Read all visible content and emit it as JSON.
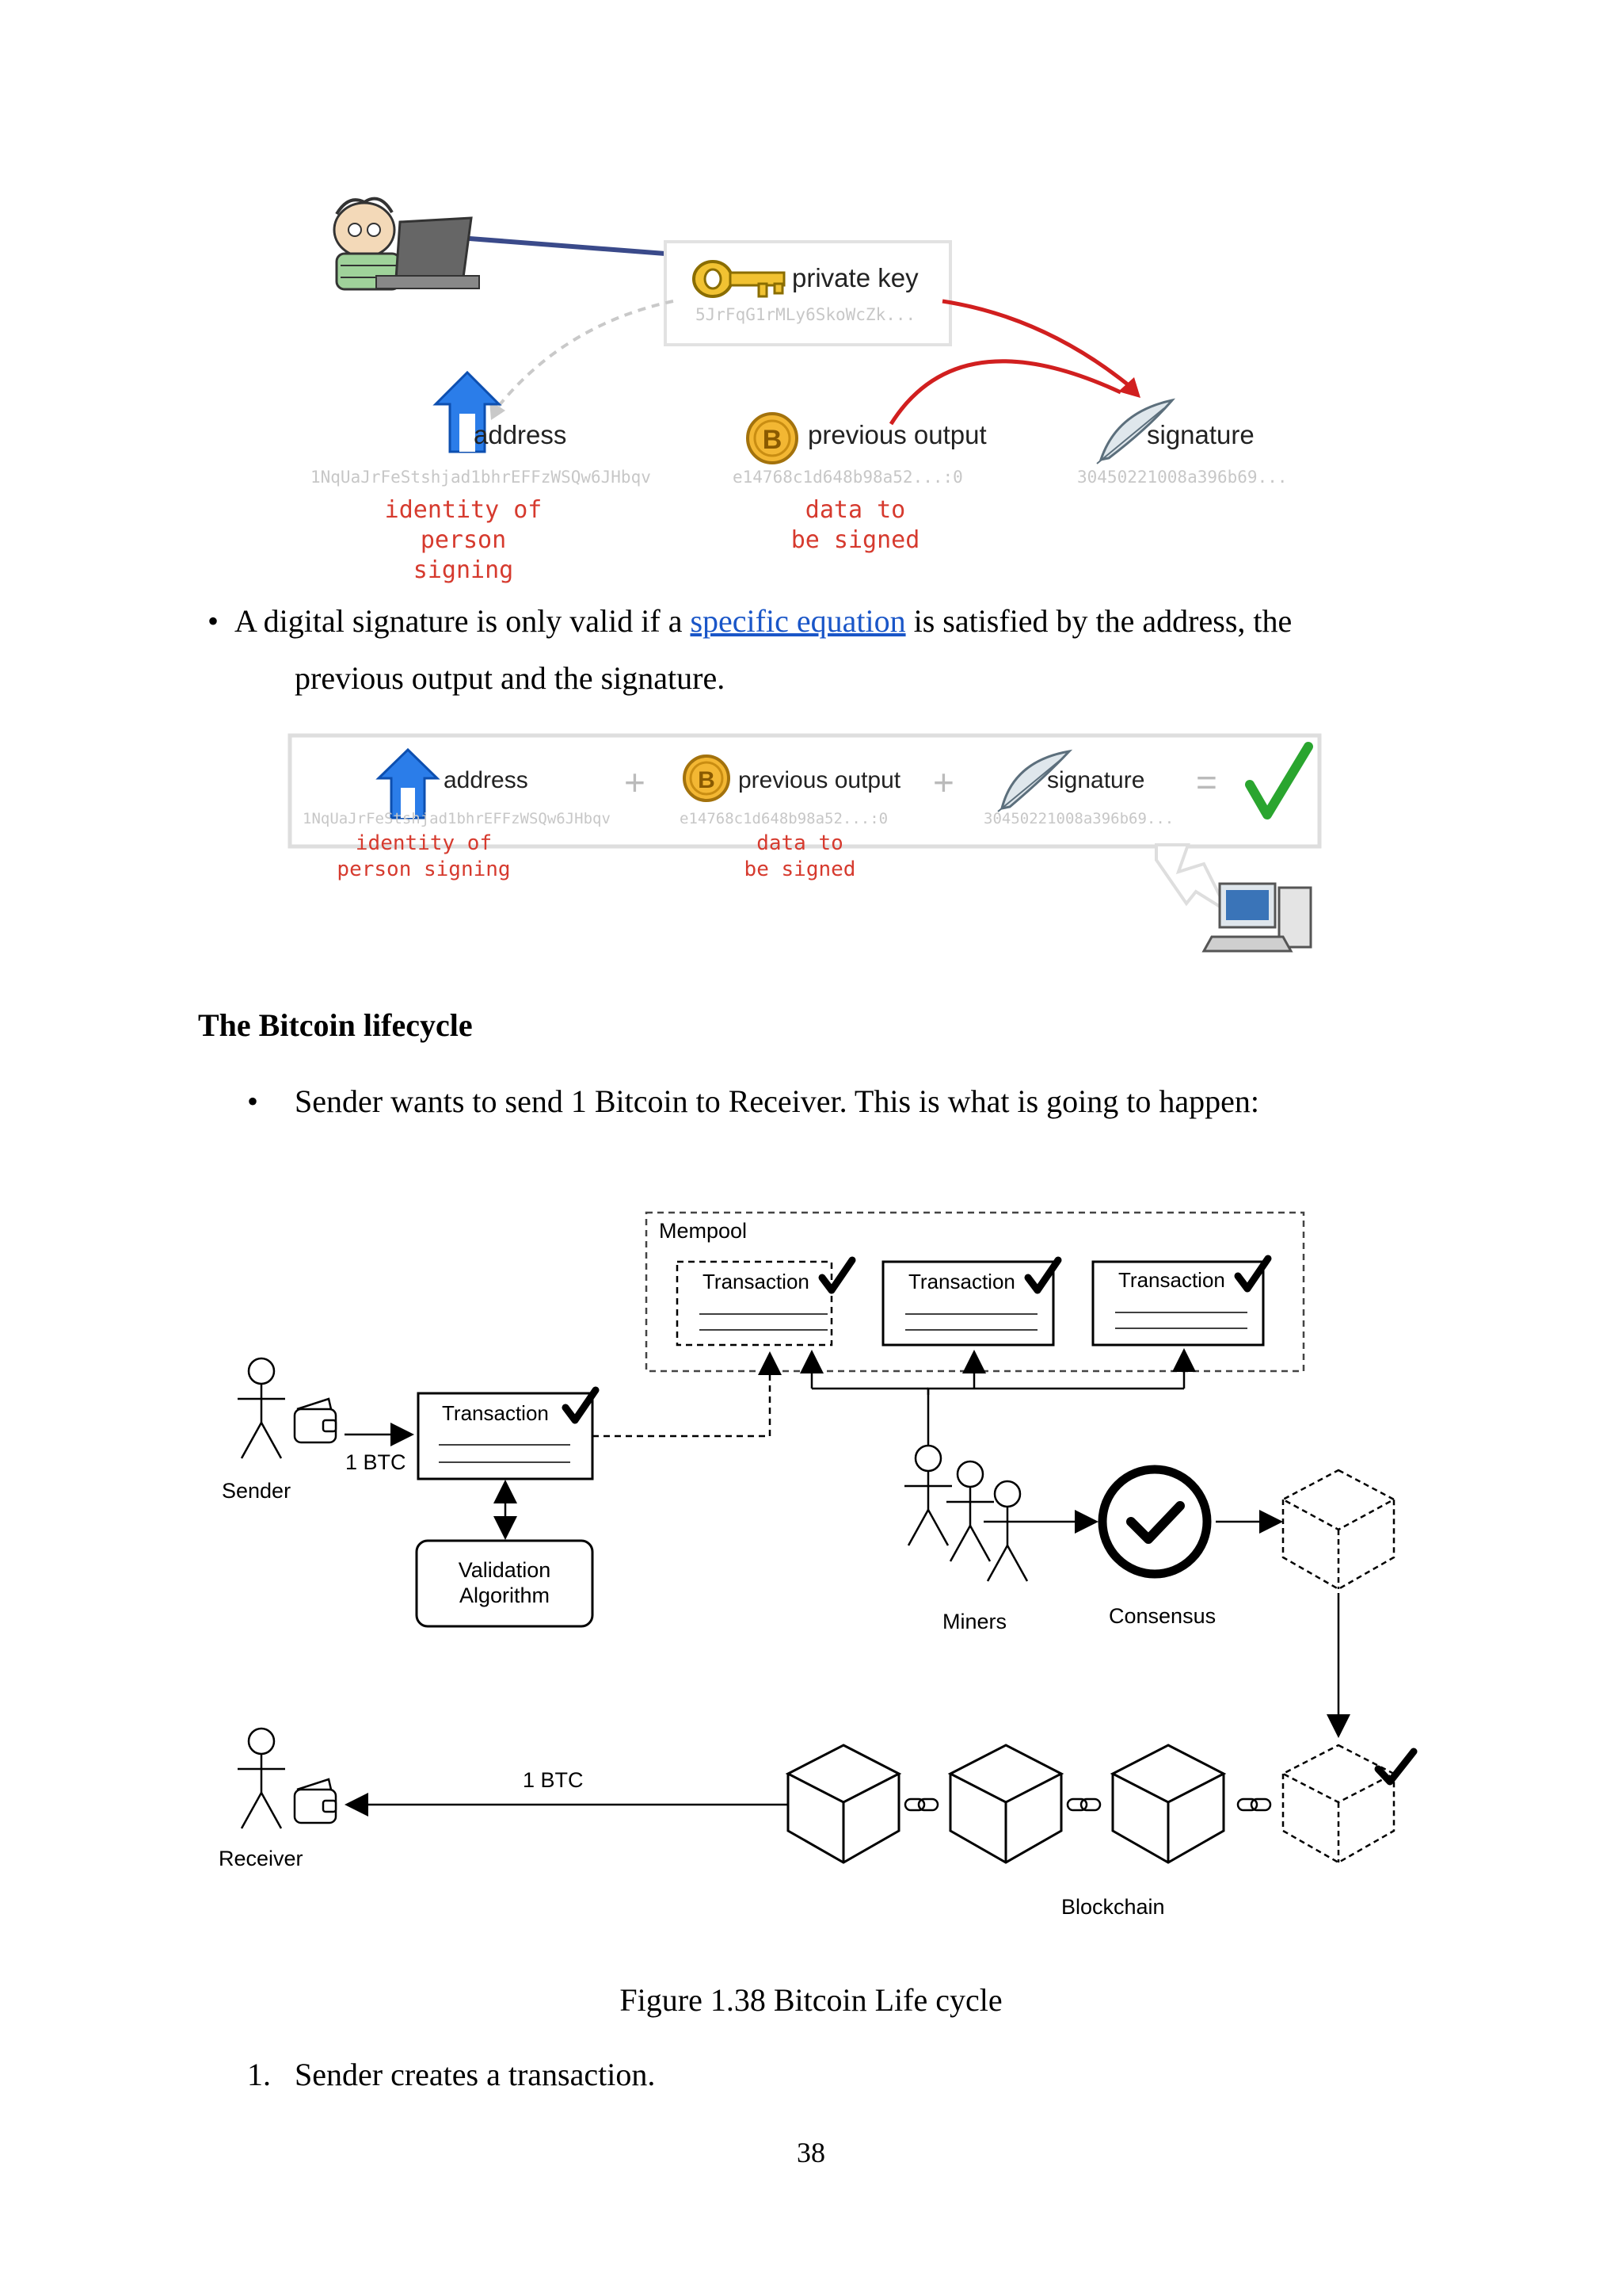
{
  "figure_top": {
    "private_key_label": "private key",
    "private_key_hash": "5JrFqG1rMLy6SkoWcZk...",
    "address_label": "address",
    "address_hash": "1NqUaJrFeStshjad1bhrEFFzWSQw6JHbqv",
    "address_note_1": "identity of",
    "address_note_2": "person signing",
    "prev_output_label": "previous output",
    "prev_output_hash": "e14768c1d648b98a52...:0",
    "prev_output_note_1": "data to",
    "prev_output_note_2": "be signed",
    "signature_label": "signature",
    "signature_hash": "30450221008a396b69...",
    "coin_glyph": "B"
  },
  "paragraph_1": {
    "bullet": "•",
    "text_before_link": "A digital signature is only valid if a ",
    "link_text": "specific equation",
    "text_after_link": " is satisfied by the address, the",
    "text_line_2": "previous output and the signature."
  },
  "figure_equation": {
    "address_label": "address",
    "address_hash": "1NqUaJrFeStshjad1bhrEFFzWSQw6JHbqv",
    "address_note_1": "identity of",
    "address_note_2": "person signing",
    "plus_1": "+",
    "prev_output_label": "previous output",
    "prev_output_hash": "e14768c1d648b98a52...:0",
    "prev_output_note_1": "data to",
    "prev_output_note_2": "be signed",
    "plus_2": "+",
    "signature_label": "signature",
    "signature_hash": "30450221008a396b69...",
    "equals": "=",
    "coin_glyph": "B"
  },
  "section_heading": "The Bitcoin lifecycle",
  "bullet_2": {
    "bullet": "•",
    "text": "Sender wants to send 1 Bitcoin to Receiver. This is what is going to happen:"
  },
  "lifecycle_diagram": {
    "mempool_label": "Mempool",
    "mempool_transactions": [
      "Transaction",
      "Transaction",
      "Transaction"
    ],
    "sender_label": "Sender",
    "sender_amount": "1 BTC",
    "sender_transaction": "Transaction",
    "validation_line_1": "Validation",
    "validation_line_2": "Algorithm",
    "miners_label": "Miners",
    "consensus_label": "Consensus",
    "receiver_label": "Receiver",
    "receiver_amount": "1 BTC",
    "blockchain_label": "Blockchain"
  },
  "figure_caption": "Figure 1.38 Bitcoin Life cycle",
  "list_item_1": {
    "number": "1.",
    "text": "Sender creates a transaction."
  },
  "page_number": "38"
}
